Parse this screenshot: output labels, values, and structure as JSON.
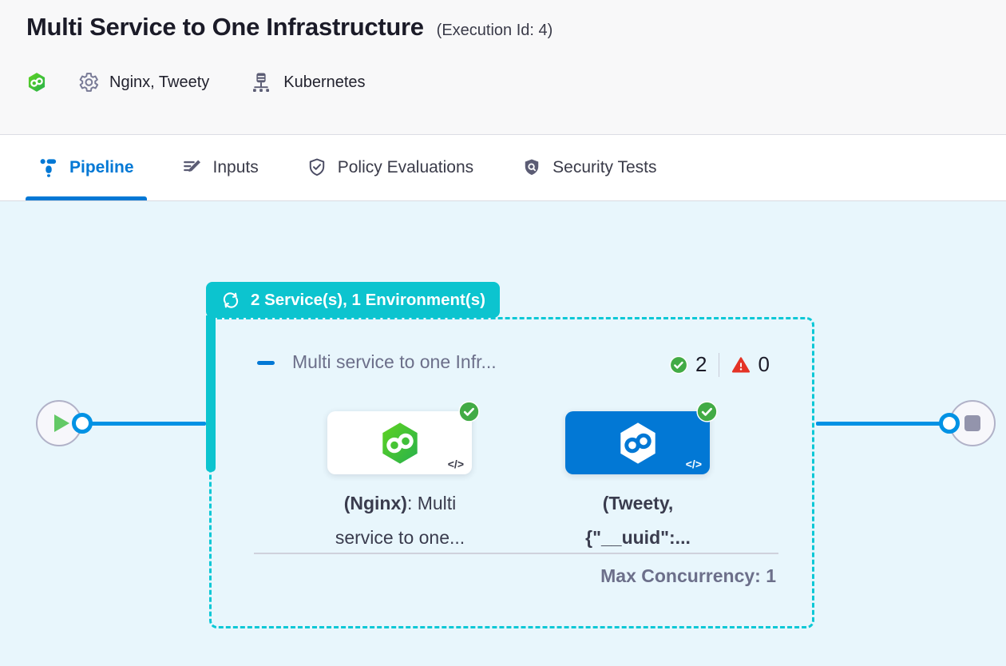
{
  "header": {
    "title": "Multi Service to One Infrastructure",
    "execution_id": "(Execution Id: 4)",
    "services_label": "Nginx, Tweety",
    "infrastructure_label": "Kubernetes"
  },
  "tabs": [
    {
      "label": "Pipeline",
      "active": true
    },
    {
      "label": "Inputs",
      "active": false
    },
    {
      "label": "Policy Evaluations",
      "active": false
    },
    {
      "label": "Security Tests",
      "active": false
    }
  ],
  "pipeline": {
    "group_badge": {
      "label": "2 Service(s), 1 Environment(s)"
    },
    "stage": {
      "title": "Multi service to one Infr...",
      "success_count": "2",
      "failed_count": "0",
      "max_concurrency_label": "Max Concurrency: 1",
      "services": [
        {
          "name": "Nginx",
          "line1_bold": "(Nginx)",
          "line1_rest": ": Multi",
          "line2": "service to one...",
          "code_glyph": "</>"
        },
        {
          "name": "Tweety",
          "line1_bold": "(Tweety,",
          "line1_rest": "",
          "line2": "{\"__uuid\":...",
          "code_glyph": "</>"
        }
      ]
    }
  },
  "colors": {
    "accent_teal": "#0bc8d6",
    "primary_blue": "#0278d5",
    "link_blue": "#0092e4",
    "success_green": "#42ab45",
    "error_red": "#e43326",
    "canvas_bg": "#e8f6fc",
    "header_bg": "#f8f8f9"
  }
}
